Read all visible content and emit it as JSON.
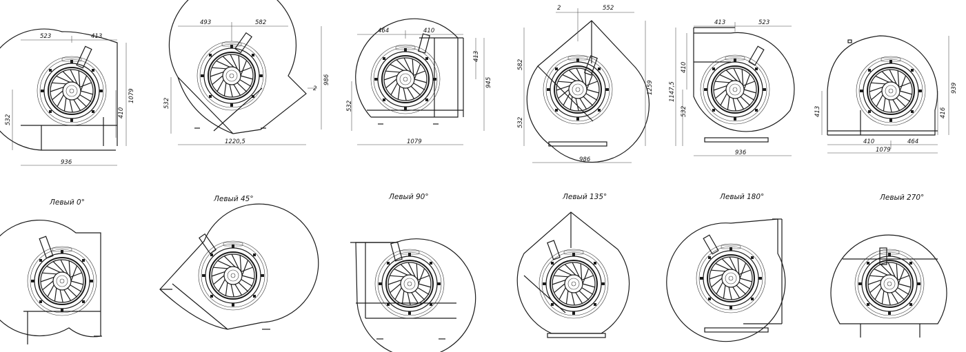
{
  "upper_drawings": [
    {
      "dims": {
        "top_left": "523",
        "top_right": "413",
        "right_height": "1079",
        "right_small": "410",
        "left_height": "532",
        "bottom_width": "936"
      }
    },
    {
      "dims": {
        "top_left": "493",
        "top_right": "582",
        "right_height": "986",
        "right_small": "2",
        "left_height": "532",
        "bottom_width": "1220,5"
      }
    },
    {
      "dims": {
        "top_left": "464",
        "top_right": "410",
        "right_height": "945",
        "right_small": "413",
        "left_height": "532",
        "bottom_width": "1079"
      }
    },
    {
      "dims": {
        "top_left": "2",
        "top_right": "552",
        "right_height": "1259",
        "left_upper": "582",
        "left_height": "532",
        "bottom_width": "986"
      }
    },
    {
      "dims": {
        "top_left": "413",
        "top_right": "523",
        "left_upper": "410",
        "left_height": "532",
        "left_total": "1147,5",
        "bottom_width": "936"
      }
    },
    {
      "dims": {
        "right_height": "939",
        "right_small": "416",
        "left_height": "413",
        "bottom_left": "410",
        "bottom_right": "464",
        "bottom_width": "1079"
      }
    }
  ],
  "captions": [
    "Левый 0°",
    "Левый 45°",
    "Левый 90°",
    "Левый 135°",
    "Левый 180°",
    "Левый 270°"
  ],
  "colors": {
    "line": "#1a1a1a",
    "background": "#ffffff"
  }
}
